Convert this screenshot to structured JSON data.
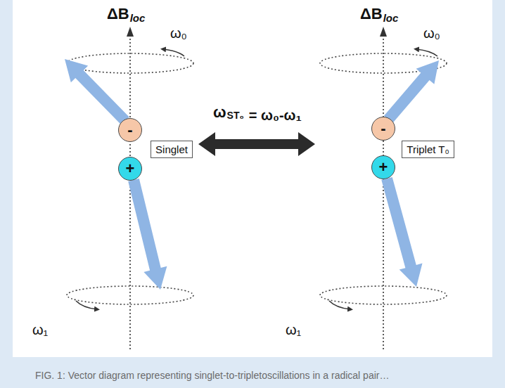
{
  "diagram": {
    "caption": "FIG. 1: Vector diagram representing singlet-to-tripletoscillations in a radical pair…",
    "nodes": [
      {
        "text": [
          "-"
        ]
      },
      {
        "text": [
          "+"
        ]
      },
      {
        "text": [
          "Singlet"
        ]
      },
      {
        "text": [
          "-"
        ]
      },
      {
        "text": [
          "+"
        ]
      },
      {
        "text": [
          "Triplet T₀"
        ]
      }
    ],
    "labels": [
      "ΔB",
      "loc",
      "ω₀",
      "ω₁",
      "ω",
      "ST₀",
      "= ω₀-ω₁",
      "ΔB",
      "loc",
      "ω₀",
      "ω₁"
    ]
  }
}
